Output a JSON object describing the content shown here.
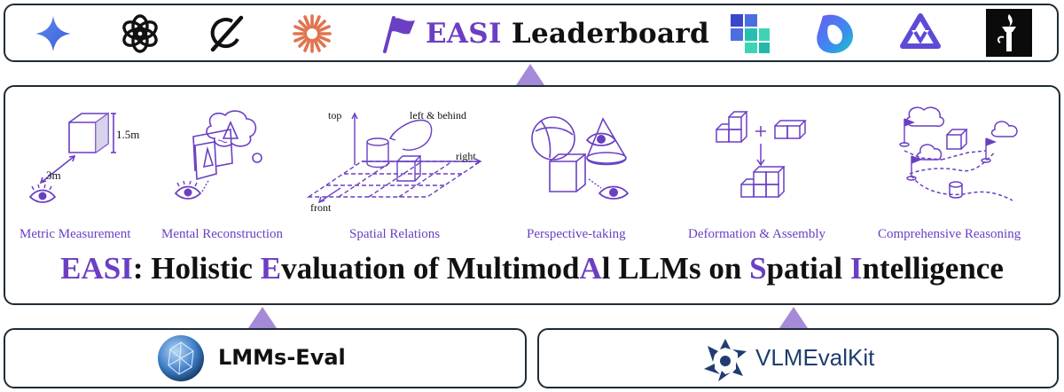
{
  "leaderboard": {
    "title_easi": "EASI",
    "title_rest": " Leaderboard",
    "logos": [
      "gemini-icon",
      "openai-icon",
      "grok-icon",
      "claude-icon",
      "flag-icon",
      "sensenova-icon",
      "doubao-icon",
      "qwen-icon",
      "nyu-torch-icon"
    ]
  },
  "abilities": [
    {
      "caption": "Metric Measurement",
      "labels": {
        "height": "1.5m",
        "distance": "3m"
      }
    },
    {
      "caption": "Mental Reconstruction"
    },
    {
      "caption": "Spatial Relations",
      "labels": {
        "top": "top",
        "left_behind": "left & behind",
        "right": "right",
        "front": "front"
      }
    },
    {
      "caption": "Perspective-taking"
    },
    {
      "caption": "Deformation & Assembly"
    },
    {
      "caption": "Comprehensive Reasoning"
    }
  ],
  "main_title": {
    "e1": "E",
    "a1": "ASI",
    "colon": ": Holistic ",
    "e2": "E",
    "valuation": "valuation of Multimod",
    "a2": "A",
    "l_llms": "l LLMs on ",
    "s": "S",
    "patial": "patial ",
    "i": "I",
    "ntelligence": "ntelligence"
  },
  "frameworks": {
    "lmms": "LMMs-Eval",
    "vlm": "VLMEvalKit"
  },
  "colors": {
    "accent": "#6a3fc3",
    "arrow": "#a48ad8",
    "border": "#1e2c36",
    "vlm_text": "#1f3d6e"
  }
}
